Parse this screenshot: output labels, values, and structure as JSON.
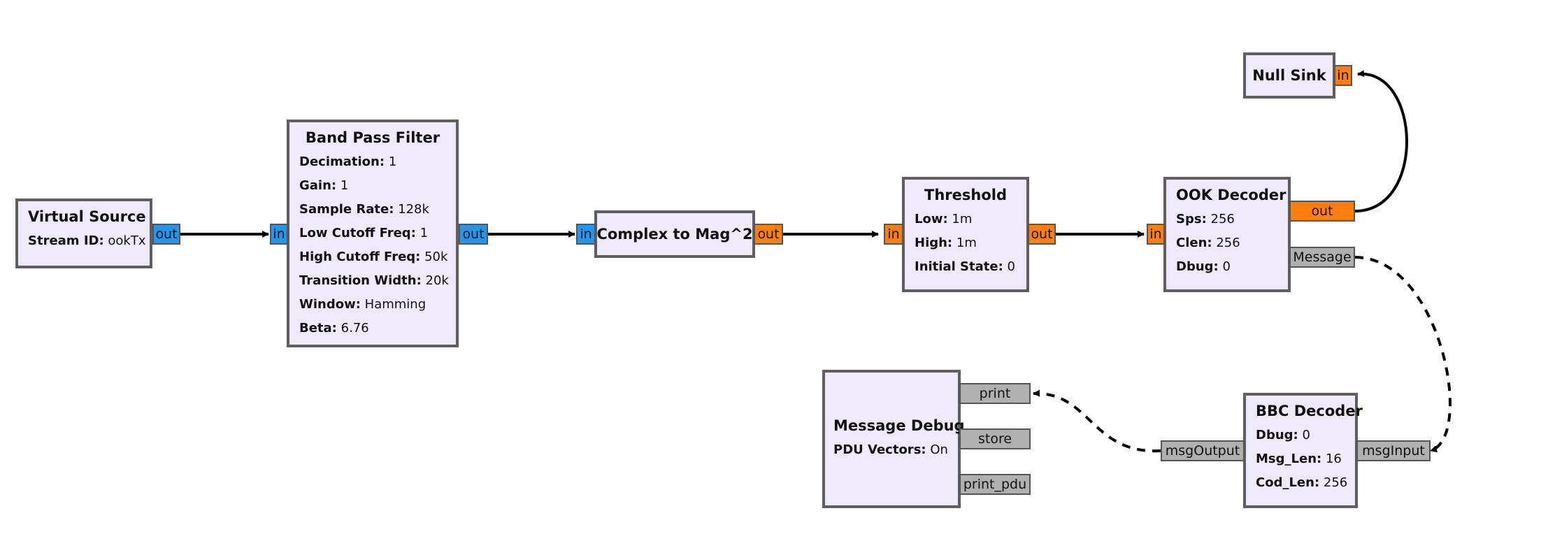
{
  "blocks": {
    "virtual_source": {
      "title": "Virtual Source",
      "params": [
        {
          "key": "Stream ID:",
          "value": "ookTx"
        }
      ],
      "ports": {
        "out": "out"
      }
    },
    "band_pass_filter": {
      "title": "Band Pass Filter",
      "params": [
        {
          "key": "Decimation:",
          "value": "1"
        },
        {
          "key": "Gain:",
          "value": "1"
        },
        {
          "key": "Sample Rate:",
          "value": "128k"
        },
        {
          "key": "Low Cutoff Freq:",
          "value": "1"
        },
        {
          "key": "High Cutoff Freq:",
          "value": "50k"
        },
        {
          "key": "Transition Width:",
          "value": "20k"
        },
        {
          "key": "Window:",
          "value": "Hamming"
        },
        {
          "key": "Beta:",
          "value": "6.76"
        }
      ],
      "ports": {
        "in": "in",
        "out": "out"
      }
    },
    "complex_to_mag2": {
      "title": "Complex to Mag^2",
      "ports": {
        "in": "in",
        "out": "out"
      }
    },
    "threshold": {
      "title": "Threshold",
      "params": [
        {
          "key": "Low:",
          "value": "1m"
        },
        {
          "key": "High:",
          "value": "1m"
        },
        {
          "key": "Initial State:",
          "value": "0"
        }
      ],
      "ports": {
        "in": "in",
        "out": "out"
      }
    },
    "ook_decoder": {
      "title": "OOK Decoder",
      "params": [
        {
          "key": "Sps:",
          "value": "256"
        },
        {
          "key": "Clen:",
          "value": "256"
        },
        {
          "key": "Dbug:",
          "value": "0"
        }
      ],
      "ports": {
        "in": "in",
        "out": "out",
        "message": "Message"
      }
    },
    "null_sink": {
      "title": "Null Sink",
      "ports": {
        "in": "in"
      }
    },
    "bbc_decoder": {
      "title": "BBC Decoder",
      "params": [
        {
          "key": "Dbug:",
          "value": "0"
        },
        {
          "key": "Msg_Len:",
          "value": "16"
        },
        {
          "key": "Cod_Len:",
          "value": "256"
        }
      ],
      "ports": {
        "msg_input": "msgInput",
        "msg_output": "msgOutput"
      }
    },
    "message_debug": {
      "title": "Message Debug",
      "params": [
        {
          "key": "PDU Vectors:",
          "value": "On"
        }
      ],
      "ports": {
        "print": "print",
        "store": "store",
        "print_pdu": "print_pdu"
      }
    }
  },
  "colors": {
    "block_fill": "#eeeafc",
    "block_border": "#5f5f5f",
    "port_complex": "#2196f3",
    "port_float": "#ff7f0e",
    "port_message": "#b0b0b0",
    "wire": "#000000"
  }
}
